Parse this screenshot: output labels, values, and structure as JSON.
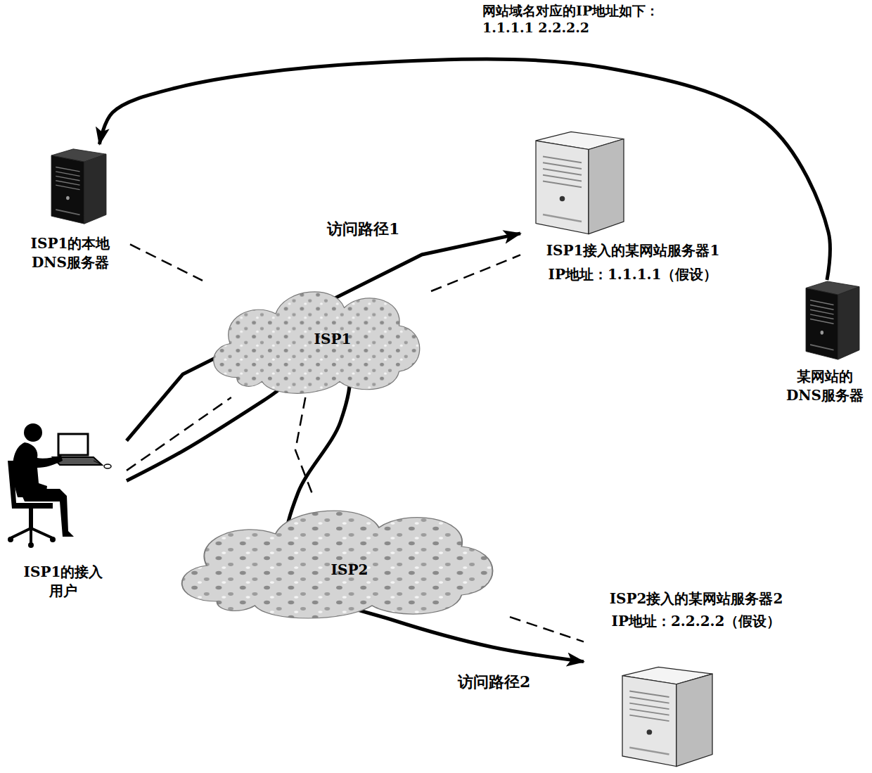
{
  "diagram": {
    "nodes": [
      {
        "text": [
          "ISP1的本地 DNS服务器"
        ]
      },
      {
        "text": [
          "ISP1接入的某网站服务器1",
          "IP地址：1.1.1.1（假设）"
        ]
      },
      {
        "text": [
          "某网站的 DNS服务器"
        ]
      },
      {
        "text": [
          "ISP1"
        ]
      },
      {
        "text": [
          "ISP2"
        ]
      },
      {
        "text": [
          "ISP1的接入 用户"
        ]
      },
      {
        "text": [
          "ISP2接入的某网站服务器2",
          "IP地址：2.2.2.2（假设）"
        ]
      }
    ],
    "edges": [
      {
        "from": 2,
        "to": 0,
        "arrow": "to",
        "label": "网站域名对应的IP地址如下： 1.1.1.1 2.2.2.2"
      },
      {
        "from": 5,
        "to": 1,
        "arrow": "to",
        "label": "访问路径1"
      },
      {
        "from": 5,
        "to": 6,
        "arrow": "to",
        "label": "访问路径2"
      },
      {
        "from": 0,
        "to": 3,
        "arrow": "none"
      },
      {
        "from": 3,
        "to": 1,
        "arrow": "none"
      },
      {
        "from": 5,
        "to": 3,
        "arrow": "none"
      },
      {
        "from": 3,
        "to": 4,
        "arrow": "none"
      },
      {
        "from": 4,
        "to": 6,
        "arrow": "none"
      }
    ]
  }
}
